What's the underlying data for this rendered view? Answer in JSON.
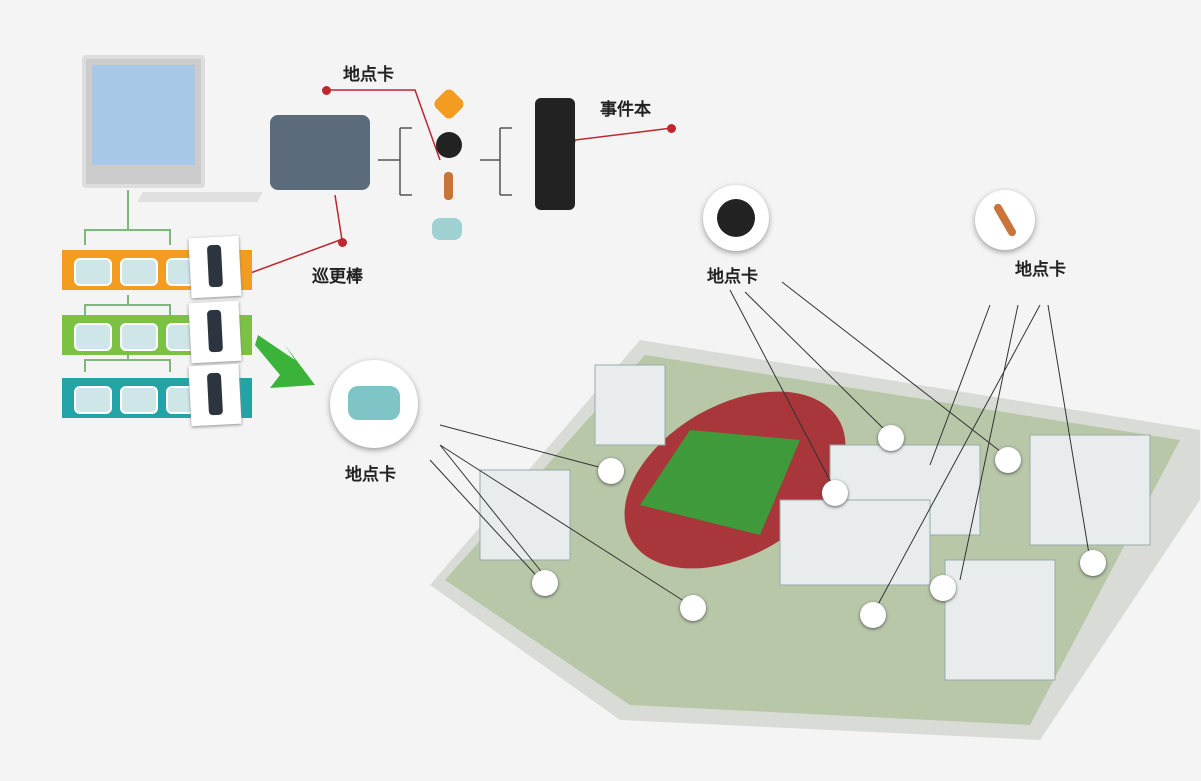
{
  "labels": {
    "location_card_top": "地点卡",
    "event_book": "事件本",
    "patrol_stick": "巡更棒",
    "location_card_left": "地点卡",
    "location_card_mid": "地点卡",
    "location_card_right": "地点卡"
  },
  "colors": {
    "accent_red": "#c0262e",
    "tier1": "#f39c1f",
    "tier2": "#7cc242",
    "tier3": "#24a3a6",
    "field": "#3e9a3a",
    "track": "#a8363a"
  }
}
